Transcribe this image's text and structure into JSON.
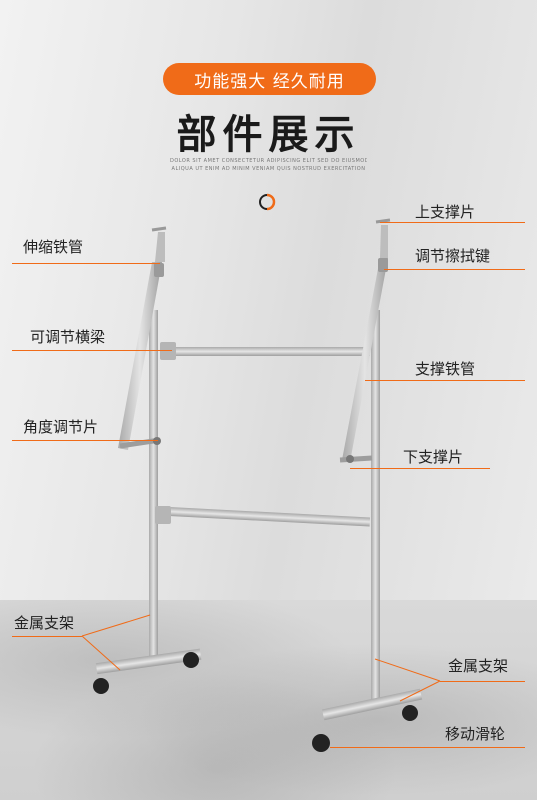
{
  "header": {
    "pill_text": "功能强大 经久耐用",
    "title": "部件展示",
    "eng_line1": "DOLOR SIT AMET CONSECTETUR ADIPISCING ELIT SED DO EIUSMOD TEMPOR INCIDIDUNT UT LABORE ET DOLORE MAGNA",
    "eng_line2": "ALIQUA UT ENIM AD MINIM VENIAM QUIS NOSTRUD EXERCITATION"
  },
  "labels": {
    "telescopic_tube": "伸缩铁管",
    "top_support": "上支撑片",
    "adjust_key": "调节擦拭键",
    "cross_beam": "可调节横梁",
    "support_tube": "支撑铁管",
    "angle_piece": "角度调节片",
    "bottom_support": "下支撑片",
    "metal_frame_left": "金属支架",
    "metal_frame_right": "金属支架",
    "casters": "移动滑轮"
  },
  "colors": {
    "accent": "#f06b18",
    "frame": "#c8c8c8"
  }
}
